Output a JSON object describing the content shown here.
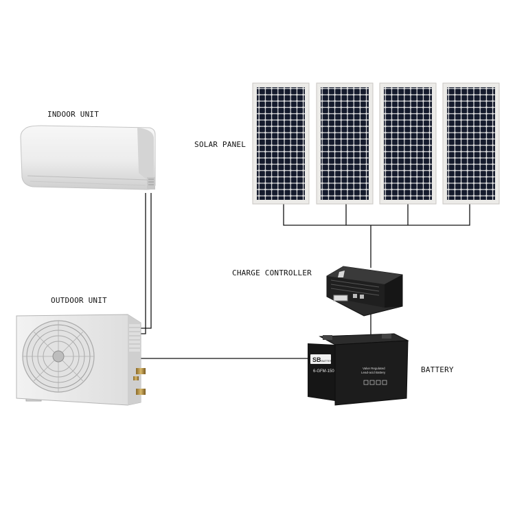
{
  "labels": {
    "indoor_unit": "INDOOR UNIT",
    "outdoor_unit": "OUTDOOR UNIT",
    "solar_panel": "SOLAR PANEL",
    "charge_controller": "CHARGE CONTROLLER",
    "battery": "BATTERY"
  },
  "battery_print": {
    "brand": "SB",
    "brand_sub": "BATTERY",
    "model": "6-GFM-150",
    "type_line1": "Valve Regulated",
    "type_line2": "Lead-acid Battery"
  },
  "colors": {
    "line": "#111111",
    "panel_frame": "#e8e6e2",
    "cell": "#151a2b",
    "battery_body": "#1b1b1b",
    "controller_body": "#262626",
    "unit_body": "#ebebeb"
  },
  "solar_panel_count": 4
}
